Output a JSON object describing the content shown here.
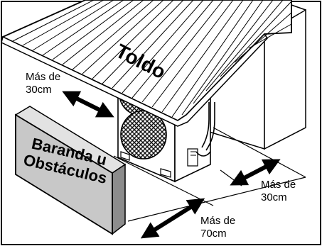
{
  "roof_label": "Toldo",
  "sign_label": {
    "line1": "Baranda u",
    "line2": "Obstáculos"
  },
  "clearances": {
    "left": {
      "line1": "Más de",
      "line2": "30cm"
    },
    "right": {
      "line1": "Más de",
      "line2": "30cm"
    },
    "bottom": {
      "line1": "Más de",
      "line2": "70cm"
    }
  },
  "colors": {
    "stroke": "#000000",
    "sign_face": "#c8c8c8",
    "sign_side": "#8c8c8c",
    "unit_face": "#ffffff",
    "grille": "#1a1a1a"
  }
}
